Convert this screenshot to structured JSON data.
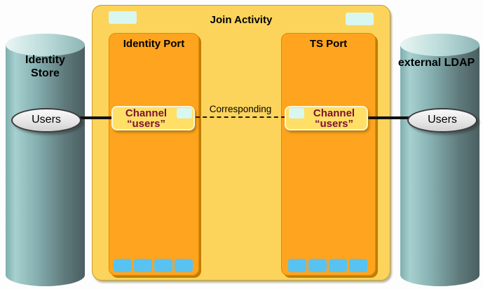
{
  "join_activity": {
    "title": "Join Activity",
    "link_label": "Corresponding",
    "ports": [
      {
        "title": "Identity Port",
        "channel": "Channel\n“users”"
      },
      {
        "title": "TS Port",
        "channel": "Channel\n“users”"
      }
    ]
  },
  "stores": [
    {
      "label": "Identity\nStore",
      "node": "Users"
    },
    {
      "label": "external LDAP",
      "node": "Users"
    }
  ],
  "colors": {
    "container_yellow": "#FCD45C",
    "container_border": "#C69E25",
    "port_orange": "#FFA41E",
    "port_border": "#E08A00",
    "port_shadow": "#BF7D05",
    "channel_fill": "#FFDF66",
    "channel_border": "#FDF6D8",
    "channel_text": "#7B1034",
    "cyan_chip": "#D9F7F1",
    "blue_slot": "#58C3F2",
    "cylinder_light": "#A7D0D0",
    "cylinder_dark": "#4A5F61",
    "node_ellipse_fill": "#E6E6E6",
    "connector": "#111111"
  }
}
